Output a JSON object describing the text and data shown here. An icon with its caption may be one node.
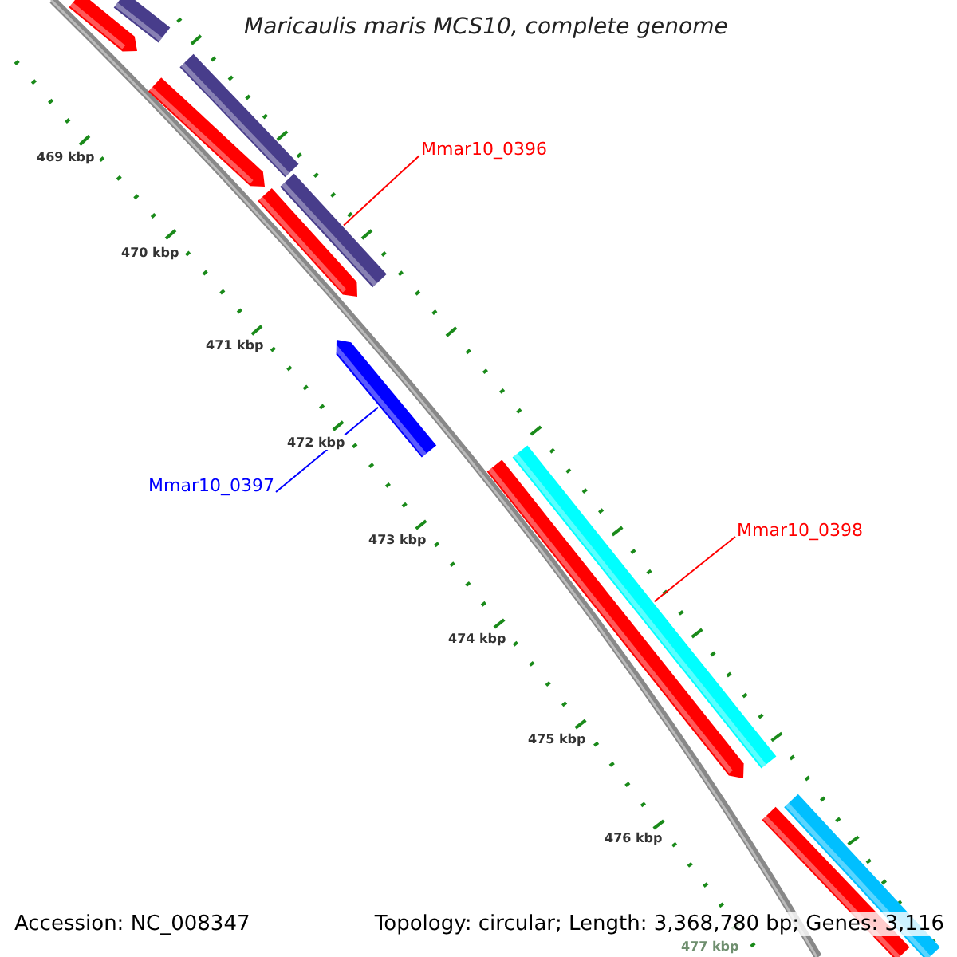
{
  "diagram": {
    "title": "Maricaulis maris MCS10, complete genome",
    "nodes": [
      {
        "text": [],
        "shape": "bar"
      },
      {
        "text": [],
        "shape": "bar"
      },
      {
        "text": [],
        "shape": "bar"
      },
      {
        "text": [],
        "shape": "bar"
      },
      {
        "text": [
          "Mmar10_0396"
        ]
      },
      {
        "text": [],
        "shape": "bar"
      },
      {
        "text": [],
        "shape": "bar"
      },
      {
        "text": [],
        "shape": "bar"
      },
      {
        "text": [],
        "shape": "bar"
      },
      {
        "text": [],
        "shape": "bar"
      },
      {
        "text": [
          "Mmar10_0397"
        ]
      },
      {
        "text": [
          "Mmar10_0398"
        ]
      },
      {
        "text": [],
        "shape": "bar"
      },
      {
        "text": [],
        "shape": "bar"
      }
    ],
    "edges": [
      {
        "from": 4,
        "to": 5,
        "arrow": "none",
        "color": "#ff0000"
      },
      {
        "from": 10,
        "to": 7,
        "arrow": "none",
        "color": "#0000ff"
      },
      {
        "from": 11,
        "to": 8,
        "arrow": "none",
        "color": "#ff0000"
      }
    ],
    "labels": [
      "469 kbp",
      "470 kbp",
      "471 kbp",
      "472 kbp",
      "473 kbp",
      "474 kbp",
      "475 kbp",
      "476 kbp",
      "477 kbp",
      "Accession: NC_008347",
      "Topology: circular; Length: 3,368,780 bp; Genes: 3,116"
    ]
  }
}
